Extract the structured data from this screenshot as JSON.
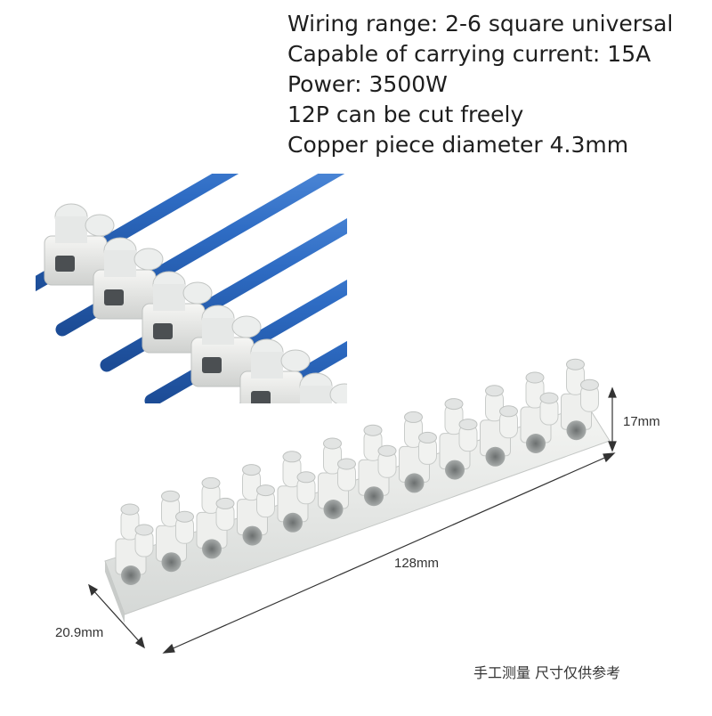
{
  "specs": [
    "Wiring range: 2-6 square universal",
    "Capable of carrying current: 15A",
    "Power: 3500W",
    "12P can be cut freely",
    "Copper piece diameter 4.3mm"
  ],
  "dimensions": {
    "height": "17mm",
    "length": "128mm",
    "width": "20.9mm"
  },
  "footnote": "手工测量 尺寸仅供参考",
  "colors": {
    "wire": "#2f6fc7",
    "terminal": "#e9e9e6",
    "terminal_shadow": "#b9bcbc",
    "text": "#1e1e1e"
  }
}
